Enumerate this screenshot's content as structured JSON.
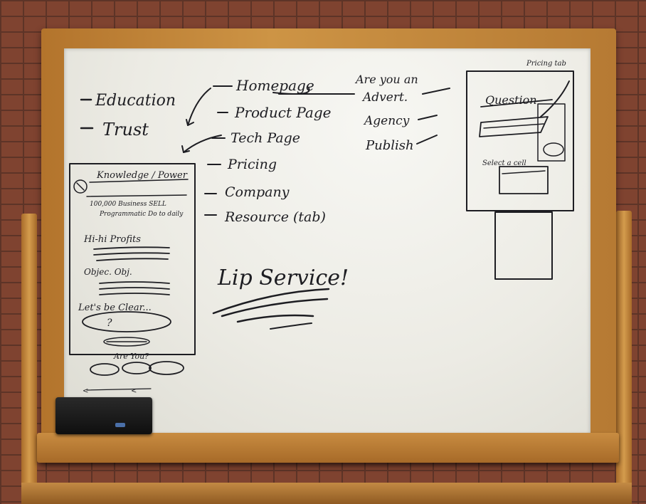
{
  "left_list": [
    "Education",
    "Trust"
  ],
  "nav_list": [
    "Homepage",
    "Product Page",
    "Tech Page",
    "Pricing",
    "Company",
    "Resource (tab)"
  ],
  "right_questions": [
    "Are you an",
    "Advert.",
    "Agency",
    "Publish"
  ],
  "center_note": "Lip Service!",
  "wireframe_left": {
    "title": "Knowledge / Power",
    "line1": "100,000 Business SELL",
    "line2": "Programmatic Do to daily",
    "headline1": "Hi-hi Profits",
    "headline2": "Objec. Obj.",
    "headline3": "Let's be Clear...",
    "bubble": "?",
    "footer": "Are You?"
  },
  "wireframe_right": {
    "corner_note": "Pricing tab",
    "heading": "Question",
    "side_note": "Select a cell"
  }
}
